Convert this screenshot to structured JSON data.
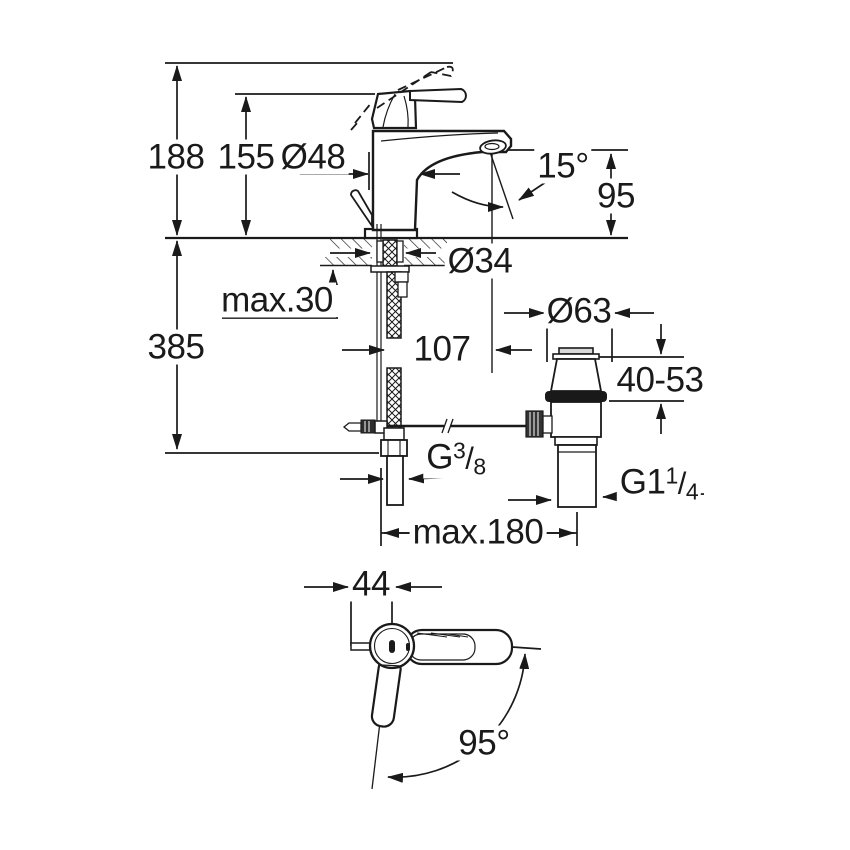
{
  "drawing": {
    "colors": {
      "line": "#1a1a1a",
      "background": "#ffffff",
      "seal": "#191919",
      "cap_shade": "#d9d9d9",
      "knob_shade": "#333333"
    },
    "dimensions": {
      "overall_height": "188",
      "body_height": "155",
      "body_diameter": "Ø48",
      "spout_angle": "15°",
      "spout_height": "95",
      "hole_diameter": "Ø34",
      "max_deck_thickness": "max.30",
      "below_deck_height": "385",
      "spout_projection": "107",
      "drain_flange_diameter": "Ø63",
      "drain_adjust_range": "40-53",
      "max_reach": "max.180",
      "handle_width": "44",
      "handle_swing_angle": "95°",
      "supply_thread": {
        "prefix": "G",
        "numerator": "3",
        "slash": "/",
        "denominator": "8"
      },
      "drain_thread": {
        "prefix": "G1",
        "numerator": "1",
        "slash": "/",
        "denominator": "4"
      }
    }
  }
}
